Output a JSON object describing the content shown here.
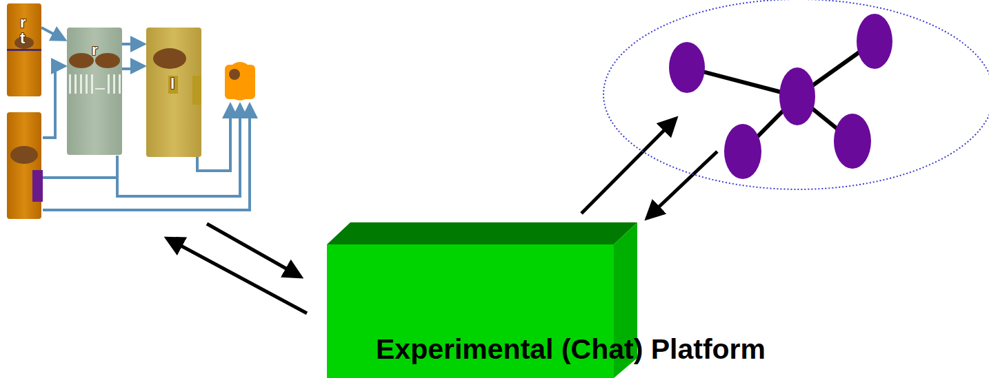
{
  "diagram": {
    "nodes": [
      {
        "text": [
          "Experimental (Chat) Platform"
        ]
      }
    ],
    "labels": [
      "r",
      "t",
      "r",
      "l"
    ]
  }
}
